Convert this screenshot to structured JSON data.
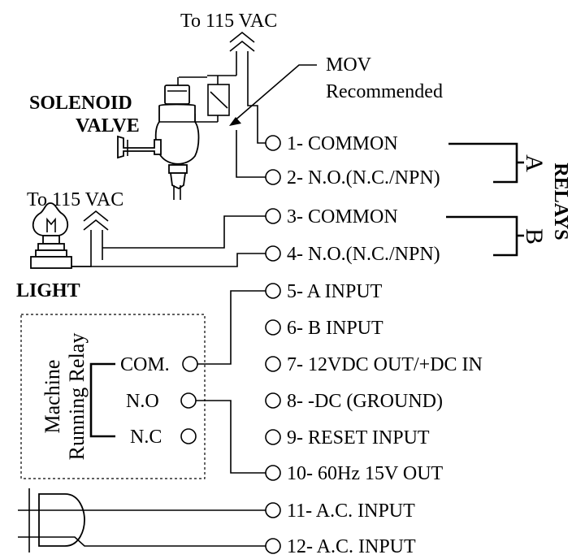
{
  "supply_top": "To 115 VAC",
  "supply_left": "To 115 VAC",
  "mov_label": [
    "MOV",
    "Recommended"
  ],
  "solenoid_label": [
    "SOLENOID",
    "VALVE"
  ],
  "light_label": "LIGHT",
  "relays_title": "RELAYS",
  "relay_groups": [
    "A",
    "B"
  ],
  "terminals": [
    "1- COMMON",
    "2- N.O.(N.C./NPN)",
    "3- COMMON",
    "4- N.O.(N.C./NPN)",
    "5- A INPUT",
    "6- B INPUT",
    "7- 12VDC OUT/+DC IN",
    "8- -DC (GROUND)",
    "9- RESET INPUT",
    "10- 60Hz 15V OUT",
    "11- A.C. INPUT",
    "12- A.C. INPUT"
  ],
  "machine_relay": {
    "title": [
      "Machine",
      "Running Relay"
    ],
    "contacts": [
      "COM.",
      "N.O",
      "N.C"
    ]
  }
}
